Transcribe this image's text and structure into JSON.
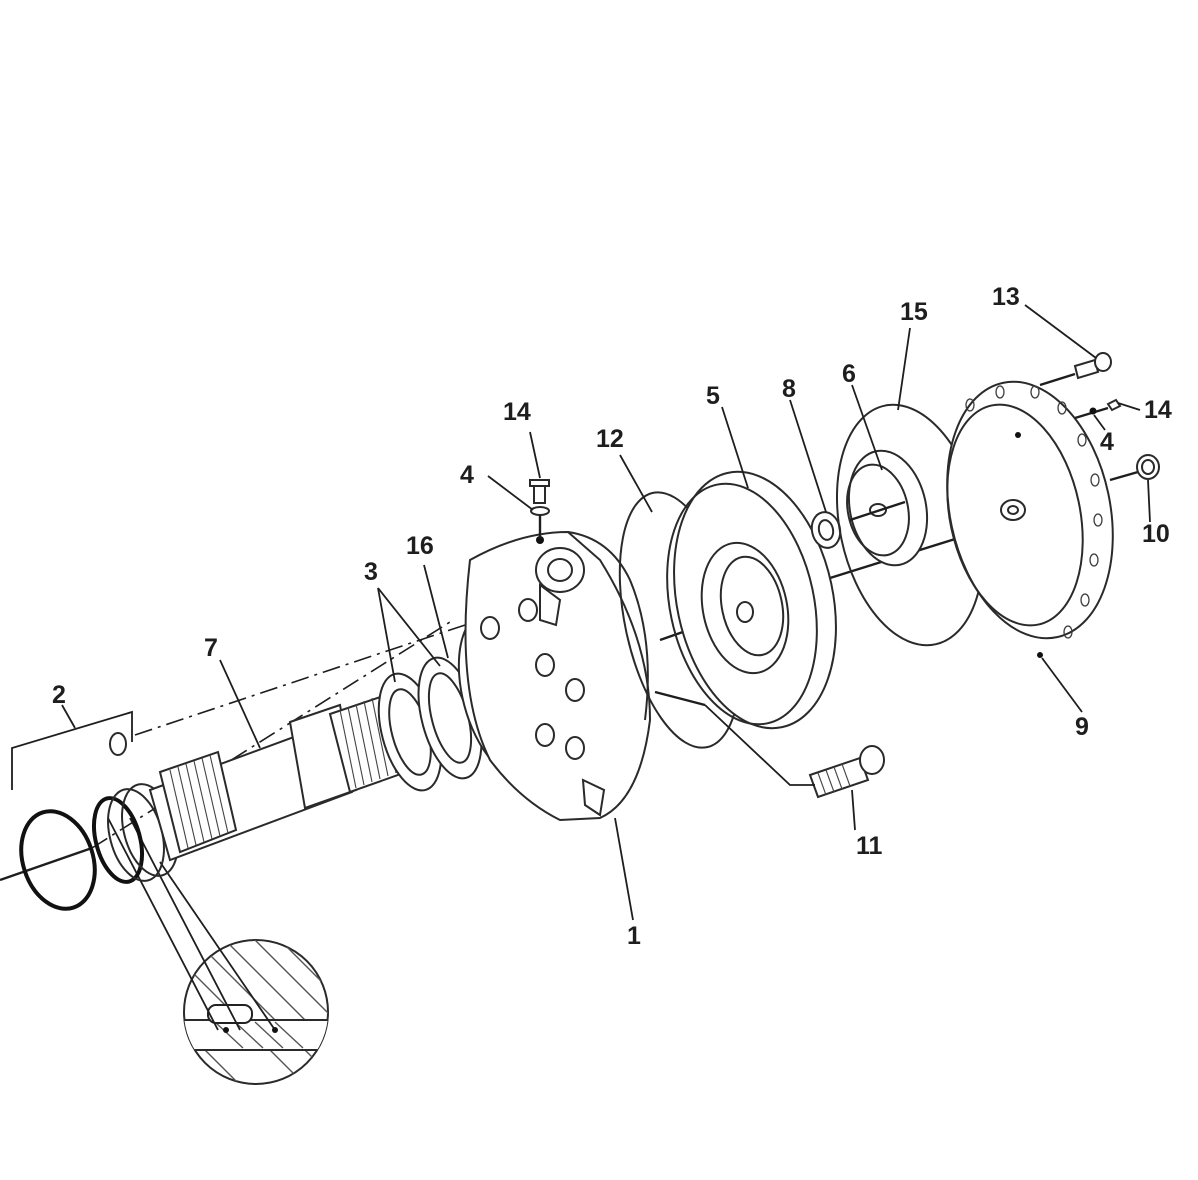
{
  "callouts": {
    "c1": "1",
    "c2": "2",
    "c3": "3",
    "c4a": "4",
    "c4b": "4",
    "c5": "5",
    "c6": "6",
    "c7": "7",
    "c8": "8",
    "c9": "9",
    "c10": "10",
    "c11": "11",
    "c12": "12",
    "c13": "13",
    "c14a": "14",
    "c14b": "14",
    "c15": "15",
    "c16": "16"
  }
}
